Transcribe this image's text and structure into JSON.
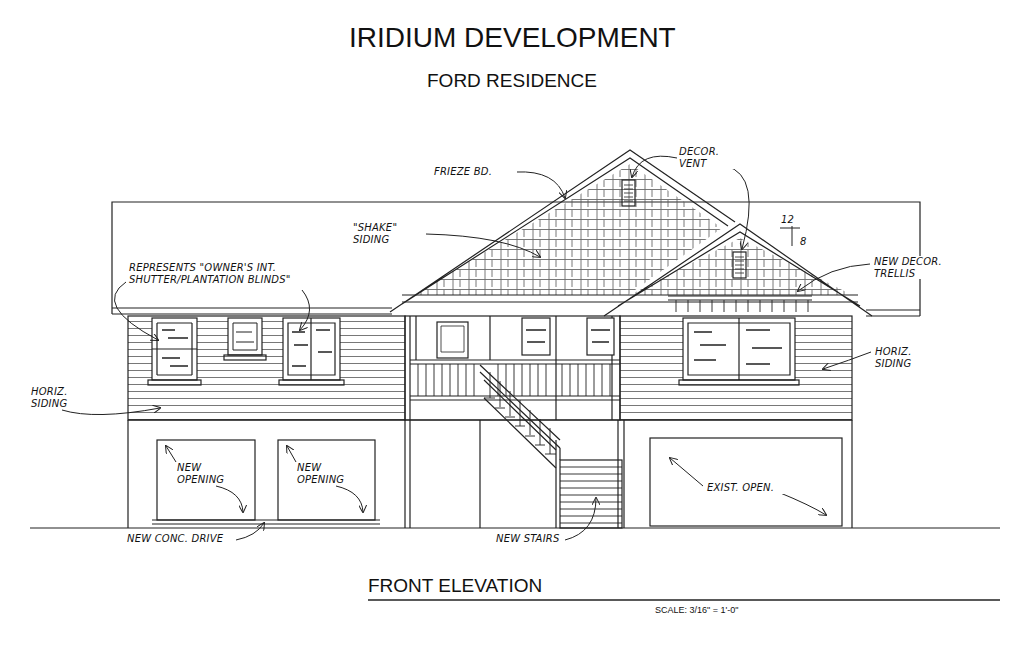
{
  "diagram": {
    "title": "IRIDIUM DEVELOPMENT",
    "caption": "FRONT ELEVATION",
    "labels": [
      "FORD RESIDENCE",
      "FRIEZE BD.",
      "DECOR. VENT",
      "\"SHAKE\" SIDING",
      "REPRESENTS \"OWNER'S INT. SHUTTER/PLANTATION BLINDS\"",
      "12",
      "8",
      "NEW DECOR. TRELLIS",
      "HORIZ. SIDING",
      "HORIZ. SIDING",
      "NEW OPENING",
      "NEW OPENING",
      "EXIST. OPEN.",
      "NEW CONC. DRIVE",
      "NEW STAIRS",
      "SCALE: 3/16\" = 1'-0\""
    ]
  }
}
